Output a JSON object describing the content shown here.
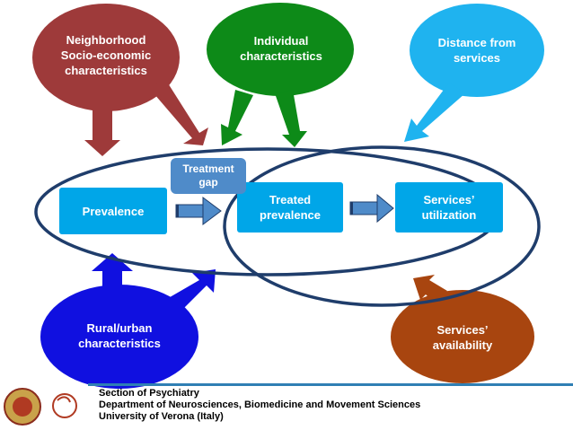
{
  "circles": {
    "neighborhood": "Neighborhood\nSocio-economic\ncharacteristics",
    "individual": "Individual\ncharacteristics",
    "distance": "Distance from\nservices",
    "rural_urban": "Rural/urban\ncharacteristics",
    "services_availability": "Services’\navailability"
  },
  "boxes": {
    "prevalence": "Prevalence",
    "treated_prevalence": "Treated\nprevalence",
    "services_utilization": "Services’\nutilization",
    "treatment_gap": "Treatment\ngap"
  },
  "footer": {
    "line1": "Section of Psychiatry",
    "line2": "Department  of Neurosciences, Biomedicine and Movement Sciences",
    "line3": "University of Verona (Italy)"
  },
  "colors": {
    "neighborhood": "#9e3a3a",
    "individual": "#0d8a18",
    "distance": "#1fb3ef",
    "rural_urban": "#1010e0",
    "services_availability": "#a8450f",
    "box": "#00a6e8",
    "gap_box": "#4f8bc9",
    "ellipse": "#1f3d6b"
  }
}
